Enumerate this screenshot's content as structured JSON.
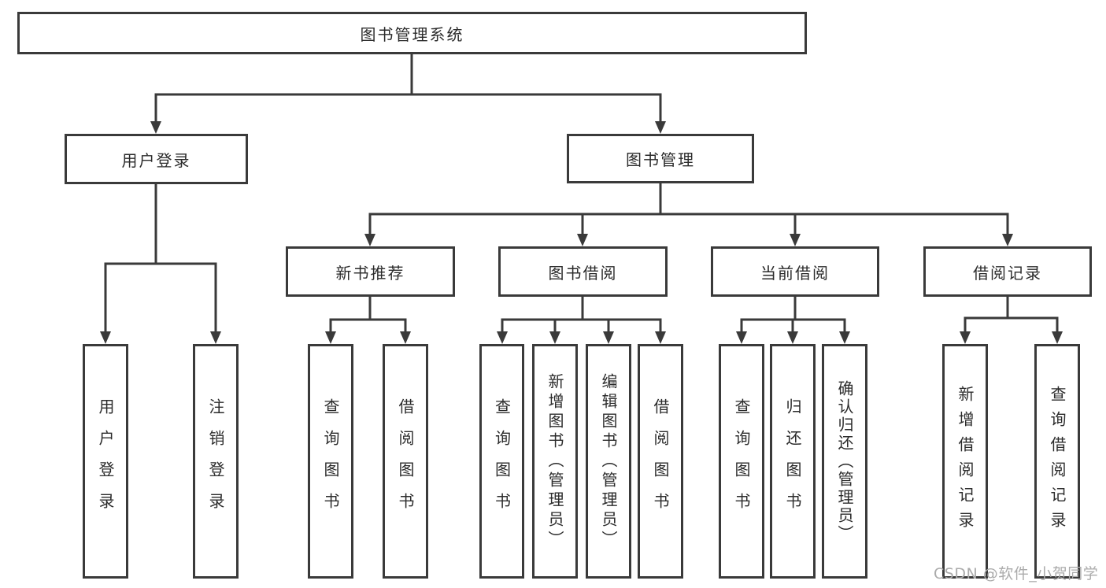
{
  "page": {
    "background": "#ffffff"
  },
  "diagram": {
    "type": "hierarchy",
    "colors": {
      "line": "#3a3a3a",
      "box_border": "#3a3a3a",
      "text": "#2b2b2b",
      "watermark": "#ababab",
      "background": "#ffffff"
    },
    "root": {
      "label": "图书管理系统",
      "children": [
        {
          "label": "用户登录",
          "children": [
            {
              "label": "用户登录"
            },
            {
              "label": "注销登录"
            }
          ]
        },
        {
          "label": "图书管理",
          "children": [
            {
              "label": "新书推荐",
              "children": [
                {
                  "label": "查询图书"
                },
                {
                  "label": "借阅图书"
                }
              ]
            },
            {
              "label": "图书借阅",
              "children": [
                {
                  "label": "查询图书"
                },
                {
                  "label": "新增图书（管理员）"
                },
                {
                  "label": "编辑图书（管理员）"
                },
                {
                  "label": "借阅图书"
                }
              ]
            },
            {
              "label": "当前借阅",
              "children": [
                {
                  "label": "查询图书"
                },
                {
                  "label": "归还图书"
                },
                {
                  "label": "确认归还（管理员）"
                }
              ]
            },
            {
              "label": "借阅记录",
              "children": [
                {
                  "label": "新增借阅记录"
                },
                {
                  "label": "查询借阅记录"
                }
              ]
            }
          ]
        }
      ]
    },
    "watermark": "CSDN @软件_小贺同学"
  }
}
